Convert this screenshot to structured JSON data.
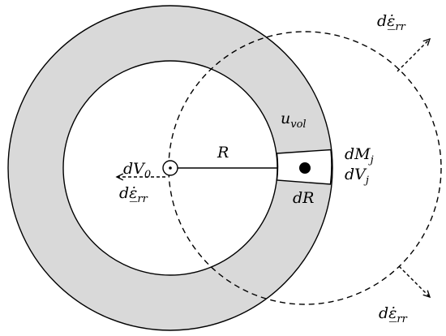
{
  "labels": {
    "dV0": {
      "main": "dV",
      "sub": "0"
    },
    "R": "R",
    "u_vol": {
      "main": "u",
      "sub": "vol"
    },
    "dMj": {
      "main": "dM",
      "sub": "j"
    },
    "dVj": {
      "main": "dV",
      "sub": "j"
    },
    "dR": "dR",
    "strain_rate": {
      "main": "dε̲̇",
      "sub": "rr"
    }
  },
  "colors": {
    "annulus_fill": "#d9d9d9",
    "stroke": "#000000",
    "background": "#ffffff"
  },
  "style": {
    "dashed_circle": "dashed",
    "arrows": "dashed"
  }
}
